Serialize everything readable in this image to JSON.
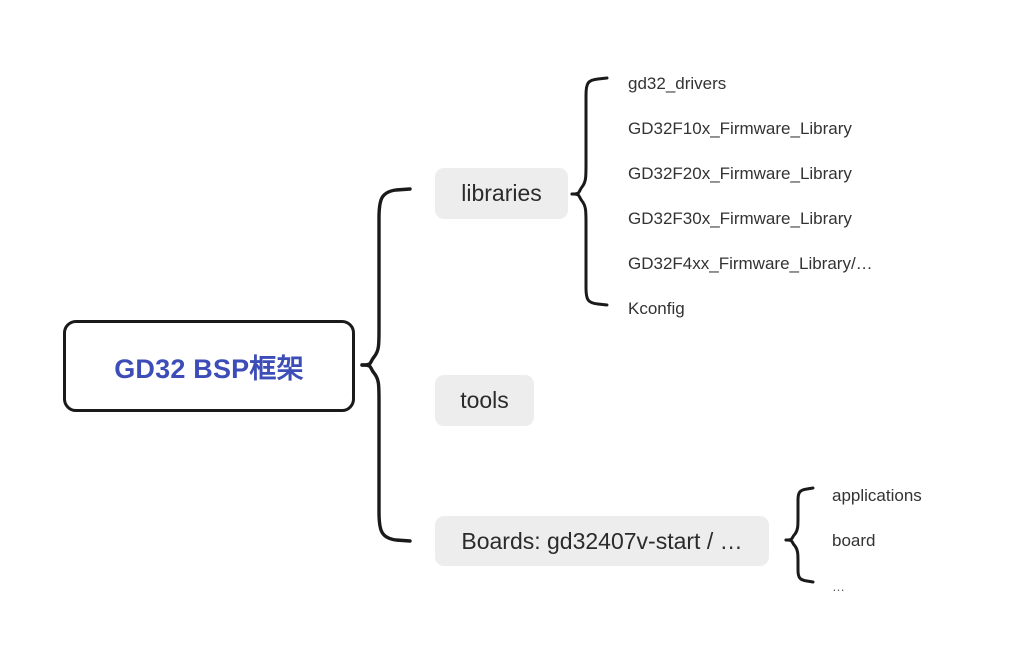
{
  "diagram": {
    "type": "tree-brace-diagram",
    "background_color": "#ffffff",
    "root": {
      "label": "GD32 BSP框架",
      "text_color": "#3d4db7",
      "border_color": "#1a1a1a"
    },
    "branch_color": "#1a1a1a",
    "pill_background": "#ededed",
    "pill_text_color": "#2b2b2b",
    "leaf_text_color": "#333333",
    "branches": [
      {
        "label": "libraries",
        "children": [
          {
            "label": "gd32_drivers"
          },
          {
            "label": "GD32F10x_Firmware_Library"
          },
          {
            "label": "GD32F20x_Firmware_Library"
          },
          {
            "label": "GD32F30x_Firmware_Library"
          },
          {
            "label": "GD32F4xx_Firmware_Library/…"
          },
          {
            "label": "Kconfig"
          }
        ]
      },
      {
        "label": "tools",
        "children": []
      },
      {
        "label": "Boards: gd32407v-start / …",
        "children": [
          {
            "label": "applications"
          },
          {
            "label": "board"
          },
          {
            "label": "…"
          }
        ]
      }
    ]
  }
}
